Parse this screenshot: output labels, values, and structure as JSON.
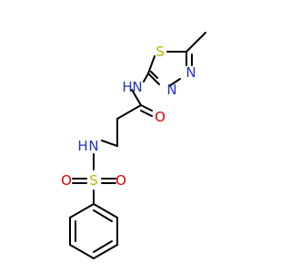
{
  "molecule": {
    "atoms": [
      {
        "id": "s_ring",
        "label": "S",
        "color": "#b8b800"
      },
      {
        "id": "n_ring_top",
        "label": "N",
        "color": "#2233cc"
      },
      {
        "id": "n_ring_bottom",
        "label": "N",
        "color": "#2233cc"
      },
      {
        "id": "n_amide",
        "label": "N",
        "color": "#2233cc"
      },
      {
        "id": "h_amide",
        "label": "H",
        "color": "#2233cc"
      },
      {
        "id": "o_amide",
        "label": "O",
        "color": "#e00000"
      },
      {
        "id": "n_sulfonamide",
        "label": "N",
        "color": "#2233cc"
      },
      {
        "id": "h_sulfonamide",
        "label": "H",
        "color": "#2233cc"
      },
      {
        "id": "s_sulfonyl",
        "label": "S",
        "color": "#b8b800"
      },
      {
        "id": "o_sulfonyl_left",
        "label": "O",
        "color": "#e00000"
      },
      {
        "id": "o_sulfonyl_right",
        "label": "O",
        "color": "#e00000"
      }
    ]
  }
}
